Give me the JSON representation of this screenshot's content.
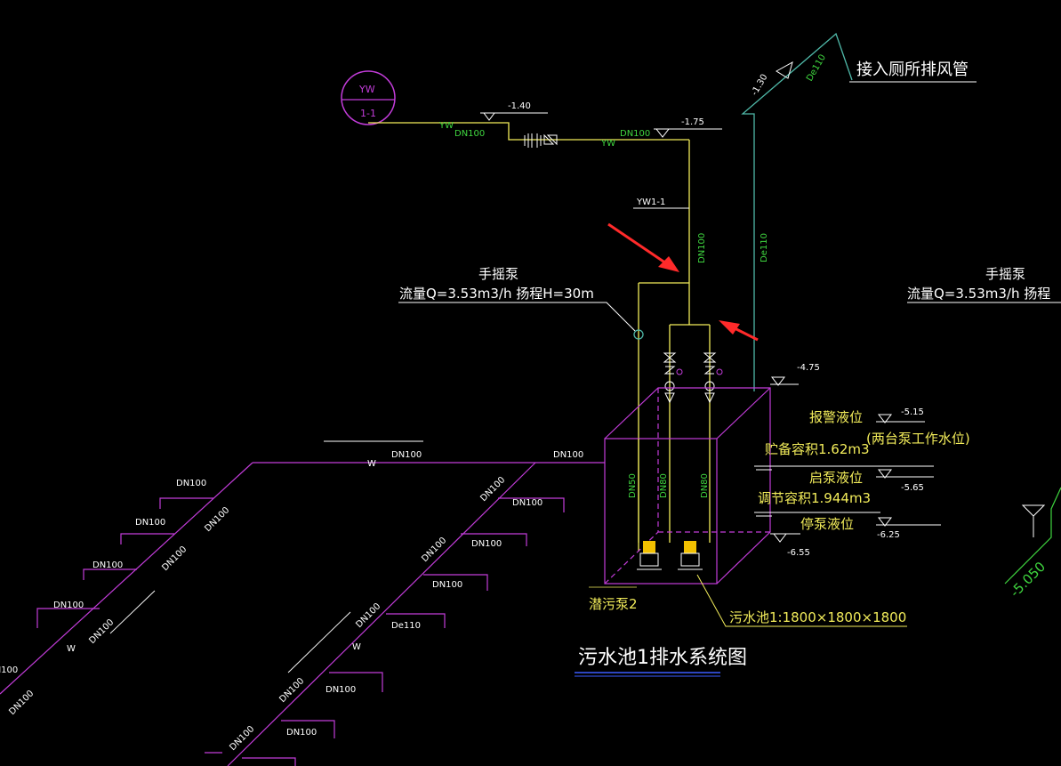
{
  "colors": {
    "background": "#000000",
    "pipe_yellow": "#f2ec5a",
    "pipe_magenta": "#c23cd9",
    "pipe_cyan": "#4fb8a8",
    "label_green": "#3fd63f",
    "label_white": "#ffffff",
    "label_yellow": "#f2ec5a",
    "arrow_red": "#ff2a2a",
    "title_blue": "#3a5cff"
  },
  "labels": {
    "vent_pipe": "接入厕所排风管",
    "de110": "De110",
    "elev_m130": "-1.30",
    "elev_m140": "-1.40",
    "elev_m175": "-1.75",
    "elev_m475": "-4.75",
    "elev_m515": "-5.15",
    "elev_m565": "-5.65",
    "elev_m625": "-6.25",
    "elev_m655": "-6.55",
    "elev_m5050": "-5.050",
    "yw_top": "YW",
    "yw_bottom": "1-1",
    "yw": "YW",
    "dn100": "DN100",
    "dn80": "DN80",
    "dn50": "DN50",
    "yw1_1": "YW1-1",
    "w": "W",
    "hand_pump": "手摇泵",
    "hand_pump_spec": "流量Q=3.53m3/h  扬程H=30m",
    "hand_pump_spec_right": "流量Q=3.53m3/h  扬程",
    "alarm_level": "报警液位",
    "two_pump_level": "(两台泵工作水位)",
    "storage_volume": "贮备容积1.62m3",
    "start_level": "启泵液位",
    "regulating_volume": "调节容积1.944m3",
    "stop_level": "停泵液位",
    "sewage_pump": "潜污泵2",
    "sewage_pool": "污水池1:1800×1800×1800",
    "title": "污水池1排水系统图"
  }
}
